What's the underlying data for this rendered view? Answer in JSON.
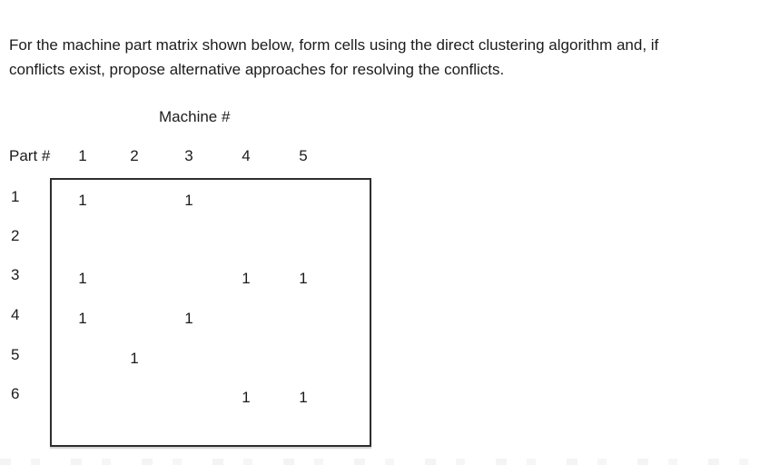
{
  "instruction": {
    "line1": "For the machine part matrix shown below, form cells using the direct clustering algorithm and, if",
    "line2": "conflicts exist, propose alternative approaches for resolving the conflicts."
  },
  "matrix": {
    "machine_axis_label": "Machine #",
    "part_axis_label": "Part #",
    "machine_numbers": [
      "1",
      "2",
      "3",
      "4",
      "5"
    ],
    "part_numbers": [
      "1",
      "2",
      "3",
      "4",
      "5",
      "6"
    ],
    "cells": [
      [
        "1",
        "",
        "1",
        "",
        ""
      ],
      [
        "",
        "",
        "",
        "",
        ""
      ],
      [
        "1",
        "",
        "",
        "1",
        "1"
      ],
      [
        "1",
        "",
        "1",
        "",
        ""
      ],
      [
        "",
        "1",
        "",
        "",
        ""
      ],
      [
        "",
        "",
        "",
        "1",
        "1"
      ]
    ]
  },
  "colors": {
    "background": "#ffffff",
    "text": "#1c1c1c",
    "matrix_border": "#2e2e2e"
  }
}
